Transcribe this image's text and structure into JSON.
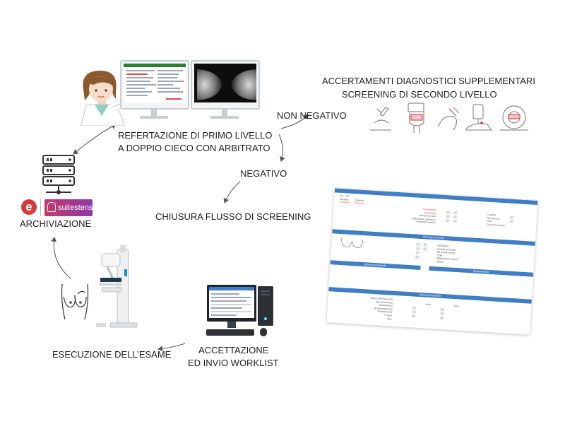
{
  "nodes": {
    "primary_reporting": [
      "REFERTAZIONE DI PRIMO LIVELLO",
      "A DOPPIO CIECO CON ARBITRATO"
    ],
    "supplementary_exams": [
      "ACCERTAMENTI DIAGNOSTICI SUPPLEMENTARI",
      "SCREENING DI SECONDO LIVELLO"
    ],
    "close_screening": "CHIUSURA FLUSSO DI SCREENING",
    "archiving": "ARCHIVIAZIONE",
    "exam_execution": "ESECUZIONE DELL’ESAME",
    "acceptance": [
      "ACCETTAZIONE",
      "ED INVIO WORKLIST"
    ]
  },
  "edges": {
    "non_negative": "NON NEGATIVO",
    "negative": "NEGATIVO"
  },
  "logos": {
    "brand_letter": "e",
    "suite_name": "suitestensa"
  },
  "form": {
    "sections": [
      "Sedi segni e sintomi",
      "Altri dati",
      "Ultima mammografia",
      "Biopsia/esame",
      "Interventi precedenti"
    ],
    "labels_top": [
      "DX",
      "SX",
      "Assente",
      "Presente",
      "Tumefazione",
      "Secrezione",
      "Alterazione cute",
      "Alterazione capezzolo",
      "Linfonodi ascellari"
    ],
    "labels_right": [
      "Cicatrici",
      "Secrezione",
      "Altro",
      "Da quanto tempo"
    ],
    "labels_mid": [
      "Familiarità",
      "Terapia ormonale",
      "Da quanto tempo",
      "Cullo",
      "Allattamento al seno",
      "Aborto"
    ],
    "labels_bottom": [
      "Motivo dell'intervento",
      "Tipo d'intervento",
      "Mastectomia",
      "Quadrantectomia",
      "Nodulectomia",
      "Protesi",
      "Altro"
    ],
    "years_label": "Anno"
  },
  "colors": {
    "form_header": "#3f7ec6",
    "logo_red": "#d63a3a",
    "logo_purple": "#8e3aa8",
    "arrow": "#555555",
    "line_art": "#8a8f94",
    "accent_red": "#e04848"
  }
}
